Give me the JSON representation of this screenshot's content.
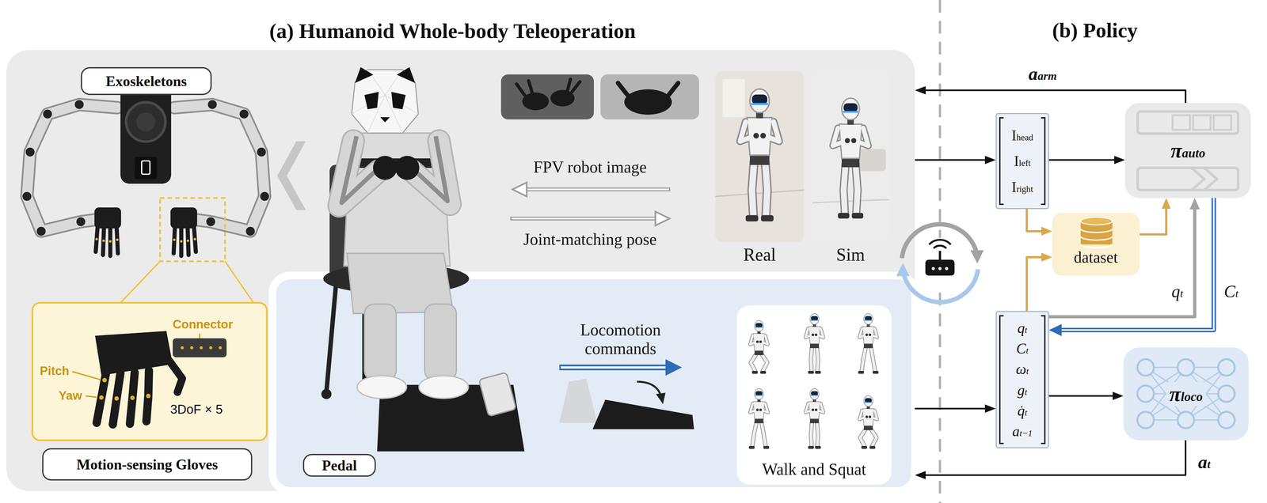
{
  "diagram": {
    "nodes": [
      {
        "text": [
          "(a) Humanoid Whole-body Teleoperation"
        ]
      },
      {
        "text": [
          "Exoskeletons"
        ],
        "in": 0
      },
      {
        "text": [
          "Connector",
          "Pitch",
          "Yaw",
          "3DoF × 5"
        ],
        "in": 0
      },
      {
        "text": [
          "Motion-sensing Gloves"
        ],
        "in": 0
      },
      {
        "text": [
          "Locomotion commands"
        ],
        "in": 0
      },
      {
        "text": [
          "Pedal"
        ],
        "in": 4
      },
      {
        "text": [
          "Walk and Squat"
        ],
        "in": 4
      },
      {
        "text": [
          "Ihead",
          "Ileft",
          "Iright"
        ]
      },
      {
        "text": [
          "πauto"
        ]
      },
      {
        "text": [
          "dataset"
        ]
      },
      {
        "text": [
          "qt",
          "Ct",
          "ωt",
          "gt",
          "q̇t",
          "at−1"
        ]
      },
      {
        "text": [
          "πloco"
        ]
      }
    ],
    "edges": [
      {
        "from": 0,
        "to": 7,
        "arrow": "to"
      },
      {
        "from": 4,
        "to": 10,
        "arrow": "to"
      },
      {
        "from": 7,
        "to": 8,
        "arrow": "to"
      },
      {
        "from": 7,
        "to": 9,
        "arrow": "to"
      },
      {
        "from": 10,
        "to": 9,
        "arrow": "to"
      },
      {
        "from": 9,
        "to": 8,
        "arrow": "to"
      },
      {
        "from": 10,
        "to": 8,
        "arrow": "to",
        "label": "qt"
      },
      {
        "from": 8,
        "to": 10,
        "arrow": "to",
        "label": "Ct"
      },
      {
        "from": 10,
        "to": 11,
        "arrow": "to"
      },
      {
        "from": 11,
        "to": 4,
        "arrow": "to",
        "label": "at"
      },
      {
        "from": 8,
        "to": 0,
        "arrow": "to",
        "label": "aarm"
      }
    ],
    "labels": [
      "(b) Policy",
      "FPV robot image",
      "Joint-matching pose",
      "Real",
      "Sim"
    ]
  }
}
